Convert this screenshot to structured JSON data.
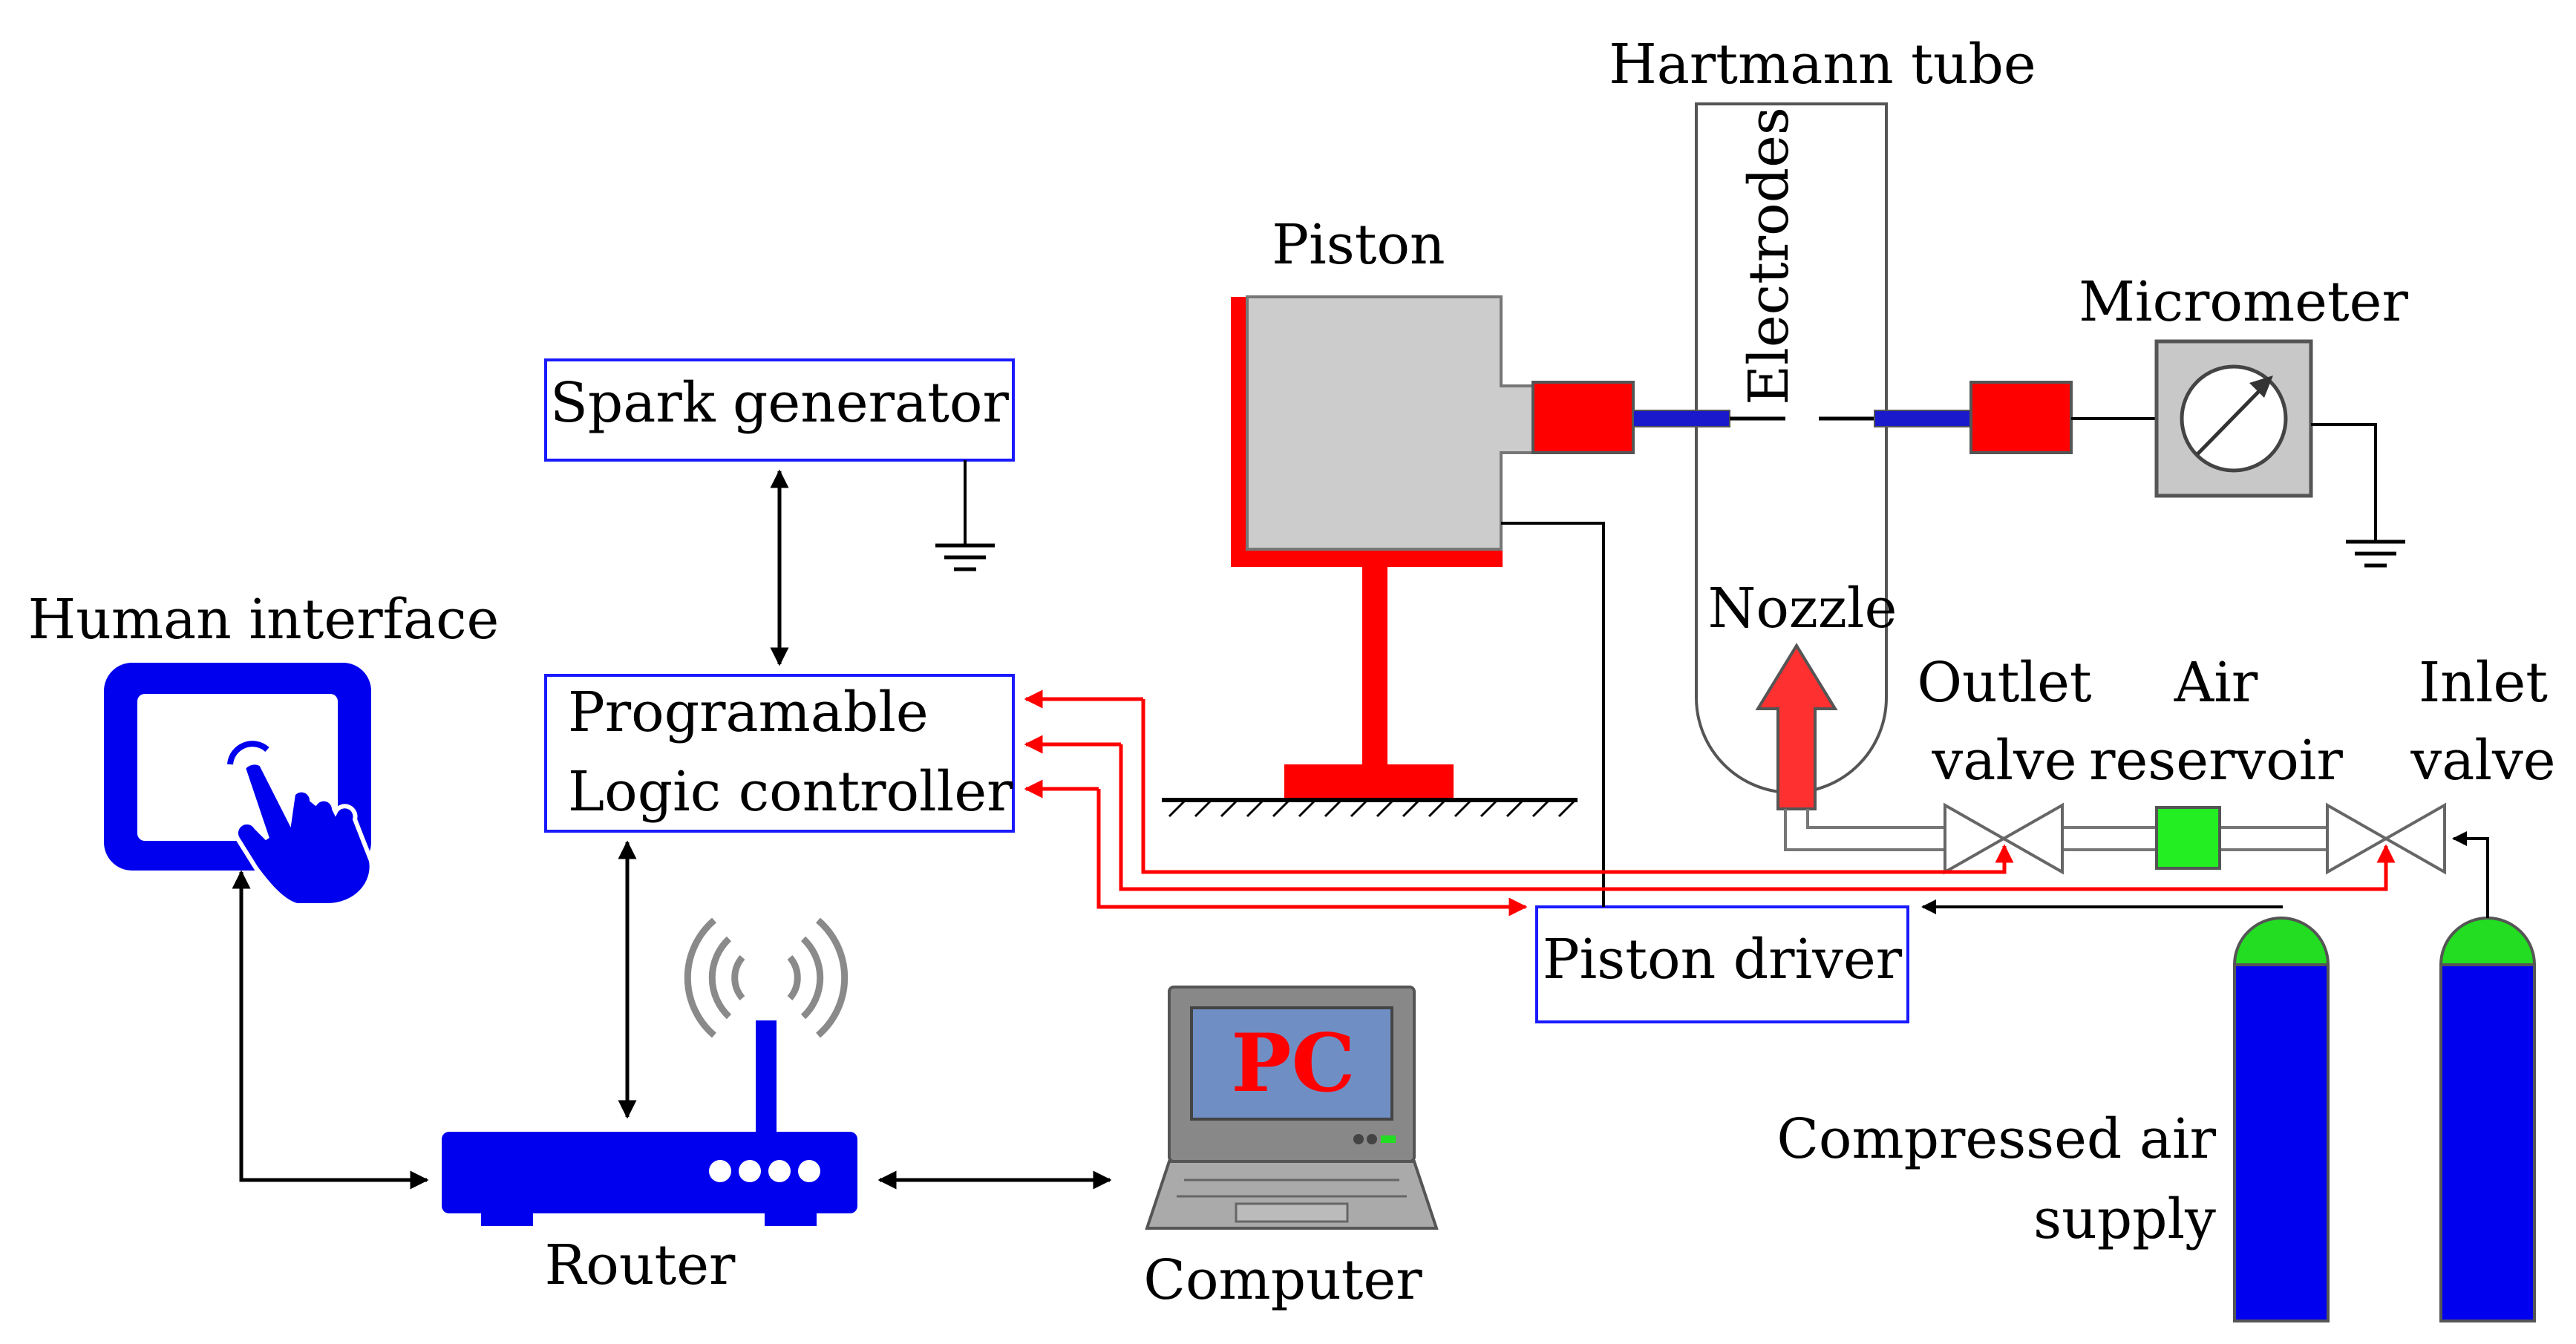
{
  "labels": {
    "hartmann_tube": "Hartmann tube",
    "piston": "Piston",
    "electrodes": "Electrodes",
    "micrometer": "Micrometer",
    "spark_generator": "Spark generator",
    "human_interface": "Human interface",
    "plc_line1": "Programable",
    "plc_line2": "Logic controller",
    "nozzle": "Nozzle",
    "outlet_line1": "Outlet",
    "outlet_line2": "valve",
    "air_line1": "Air",
    "air_line2": "reservoir",
    "inlet_line1": "Inlet",
    "inlet_line2": "valve",
    "piston_driver": "Piston driver",
    "pc": "PC",
    "router": "Router",
    "computer": "Computer",
    "air_supply_line1": "Compressed air",
    "air_supply_line2": "supply"
  },
  "colors": {
    "control_box": "#1a1aff",
    "device_blue": "#0000ee",
    "cylinder_cap": "#22dd22",
    "air_reservoir": "#22ee22",
    "signal_red": "#ff0000",
    "piston_body": "#cccccc",
    "pc_screen": "#6f8fc4"
  },
  "icons": [
    "touchscreen-icon",
    "router-icon",
    "wifi-icon",
    "laptop-icon",
    "ground-icon",
    "gauge-icon",
    "valve-icon",
    "nozzle-arrow-icon"
  ]
}
